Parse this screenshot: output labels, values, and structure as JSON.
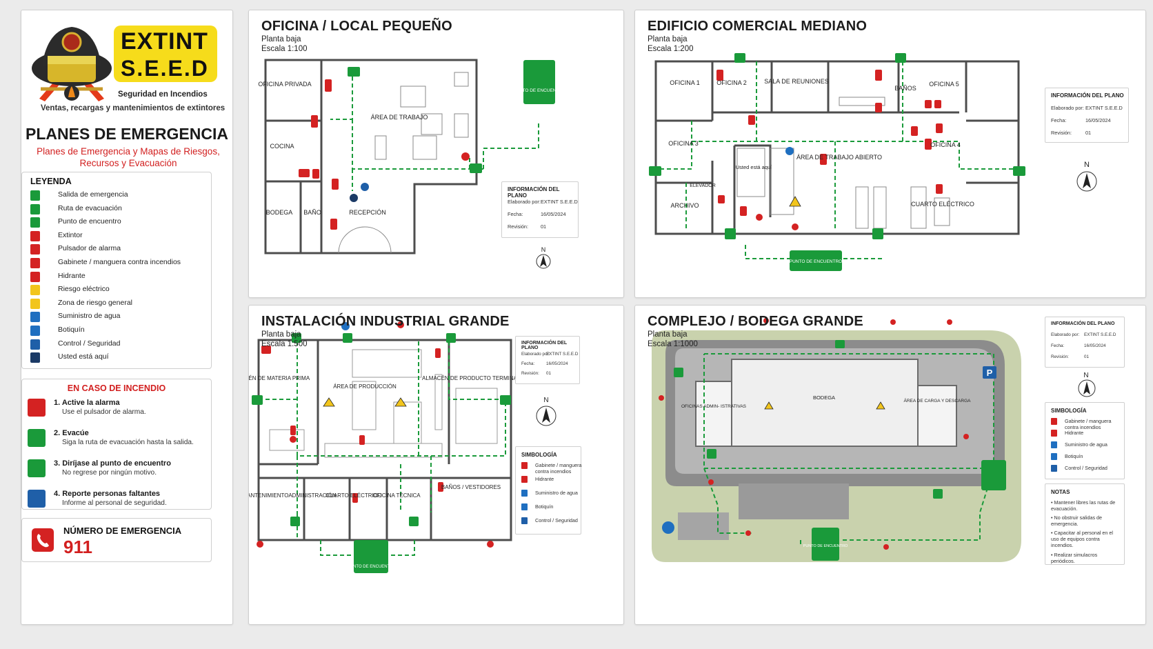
{
  "brand": {
    "line1": "EXTINT",
    "line2": "S.E.E.D",
    "tagline": "Seguridad en Incendios",
    "subline": "Ventas, recargas y mantenimientos de extintores"
  },
  "side": {
    "title": "PLANES DE EMERGENCIA",
    "subtitle": "Planes de Emergencia y Mapas de Riesgos, Recursos y Evacuación"
  },
  "legend": {
    "title": "LEYENDA",
    "items": [
      {
        "label": "Salida de emergencia",
        "icon": "exit-icon",
        "color": "#1a9a3a"
      },
      {
        "label": "Ruta de evacuación",
        "icon": "route-icon",
        "color": "#1a9a3a"
      },
      {
        "label": "Punto de encuentro",
        "icon": "meeting-point-icon",
        "color": "#1a9a3a"
      },
      {
        "label": "Extintor",
        "icon": "extinguisher-icon",
        "color": "#d42222"
      },
      {
        "label": "Pulsador de alarma",
        "icon": "alarm-icon",
        "color": "#d42222"
      },
      {
        "label": "Gabinete / manguera contra incendios",
        "icon": "hose-icon",
        "color": "#d42222"
      },
      {
        "label": "Hidrante",
        "icon": "hydrant-icon",
        "color": "#d42222"
      },
      {
        "label": "Riesgo eléctrico",
        "icon": "electric-risk-icon",
        "color": "#f2c51c"
      },
      {
        "label": "Zona de riesgo general",
        "icon": "warning-icon",
        "color": "#f2c51c"
      },
      {
        "label": "Suministro de agua",
        "icon": "water-icon",
        "color": "#1f6fc0"
      },
      {
        "label": "Botiquín",
        "icon": "first-aid-icon",
        "color": "#1f6fc0"
      },
      {
        "label": "Control / Seguridad",
        "icon": "shield-icon",
        "color": "#1f5fa8"
      },
      {
        "label": "Usted está aquí",
        "icon": "location-pin-icon",
        "color": "#1b3a66"
      }
    ]
  },
  "fire": {
    "title": "EN CASO DE INCENDIO",
    "steps": [
      {
        "title": "1.  Active la alarma",
        "desc": "Use el pulsador de alarma.",
        "color": "#d42222"
      },
      {
        "title": "2.  Evacúe",
        "desc": "Siga la ruta de evacuación hasta la salida.",
        "color": "#1a9a3a"
      },
      {
        "title": "3.  Diríjase al punto de encuentro",
        "desc": "No regrese por ningún motivo.",
        "color": "#1a9a3a"
      },
      {
        "title": "4.  Reporte personas faltantes",
        "desc": "Informe al personal de seguridad.",
        "color": "#1f5fa8"
      }
    ]
  },
  "emergency": {
    "title": "NÚMERO DE EMERGENCIA",
    "number": "911"
  },
  "info_common": {
    "title": "INFORMACIÓN DEL PLANO",
    "by_label": "Elaborado por:",
    "by": "EXTINT S.E.E.D",
    "date_label": "Fecha:",
    "date": "16/05/2024",
    "rev_label": "Revisión:",
    "rev": "01"
  },
  "north": "N",
  "p1": {
    "title": "OFICINA / LOCAL PEQUEÑO",
    "floor": "Planta baja",
    "scale": "Escala 1:100",
    "rooms": [
      "OFICINA PRIVADA",
      "COCINA",
      "BODEGA",
      "BAÑO",
      "ÁREA DE TRABAJO",
      "RECEPCIÓN"
    ],
    "meeting": "PUNTO DE ENCUENTRO"
  },
  "p2": {
    "title": "EDIFICIO COMERCIAL MEDIANO",
    "floor": "Planta baja",
    "scale": "Escala 1:200",
    "rooms": [
      "OFICINA 1",
      "OFICINA 2",
      "SALA DE REUNIONES",
      "BAÑOS",
      "OFICINA 5",
      "OFICINA 3",
      "ÁREA DE TRABAJO ABIERTO",
      "OFICINA 4",
      "ARCHIVO",
      "ELEVADOR",
      "CUARTO ELÉCTRICO"
    ],
    "here": "Usted está aquí",
    "meeting": "PUNTO DE ENCUENTRO"
  },
  "p3": {
    "title": "INSTALACIÓN INDUSTRIAL GRANDE",
    "floor": "Planta baja",
    "scale": "Escala 1:500",
    "rooms": [
      "ALMACÉN DE MATERIA PRIMA",
      "ÁREA DE PRODUCCIÓN",
      "ALMACÉN DE PRODUCTO TERMINADO",
      "MANTENIMIENTO",
      "ADMINISTRACIÓN",
      "CUARTO ELÉCTRICO",
      "OFICINA TÉCNICA",
      "BAÑOS / VESTIDORES"
    ],
    "meeting": "PUNTO DE ENCUENTRO",
    "symbology": {
      "title": "SIMBOLOGÍA",
      "items": [
        "Gabinete / manguera contra incendios",
        "Hidrante",
        "Suministro de agua",
        "Botiquín",
        "Control / Seguridad"
      ]
    }
  },
  "p4": {
    "title": "COMPLEJO / BODEGA GRANDE",
    "floor": "Planta baja",
    "scale": "Escala 1:1000",
    "rooms": [
      "BODEGA",
      "OFICINAS ADMIN- ISTRATIVAS",
      "ÁREA DE CARGA Y DESCARGA"
    ],
    "parking": "P",
    "meeting": "PUNTO DE ENCUENTRO",
    "symbology": {
      "title": "SIMBOLOGÍA",
      "items": [
        "Gabinete / manguera contra incendios",
        "Hidrante",
        "Suministro de agua",
        "Botiquín",
        "Control / Seguridad"
      ]
    },
    "notes": {
      "title": "NOTAS",
      "items": [
        "• Mantener libres las rutas de evacuación.",
        "• No obstruir salidas de emergencia.",
        "• Capacitar al personal en el uso de equipos contra incendios.",
        "• Realizar simulacros periódicos."
      ]
    }
  },
  "colors": {
    "green": "#1a9a3a",
    "red": "#d42222",
    "yellow": "#f2c51c",
    "blue": "#1f6fc0",
    "wall": "#555555"
  }
}
